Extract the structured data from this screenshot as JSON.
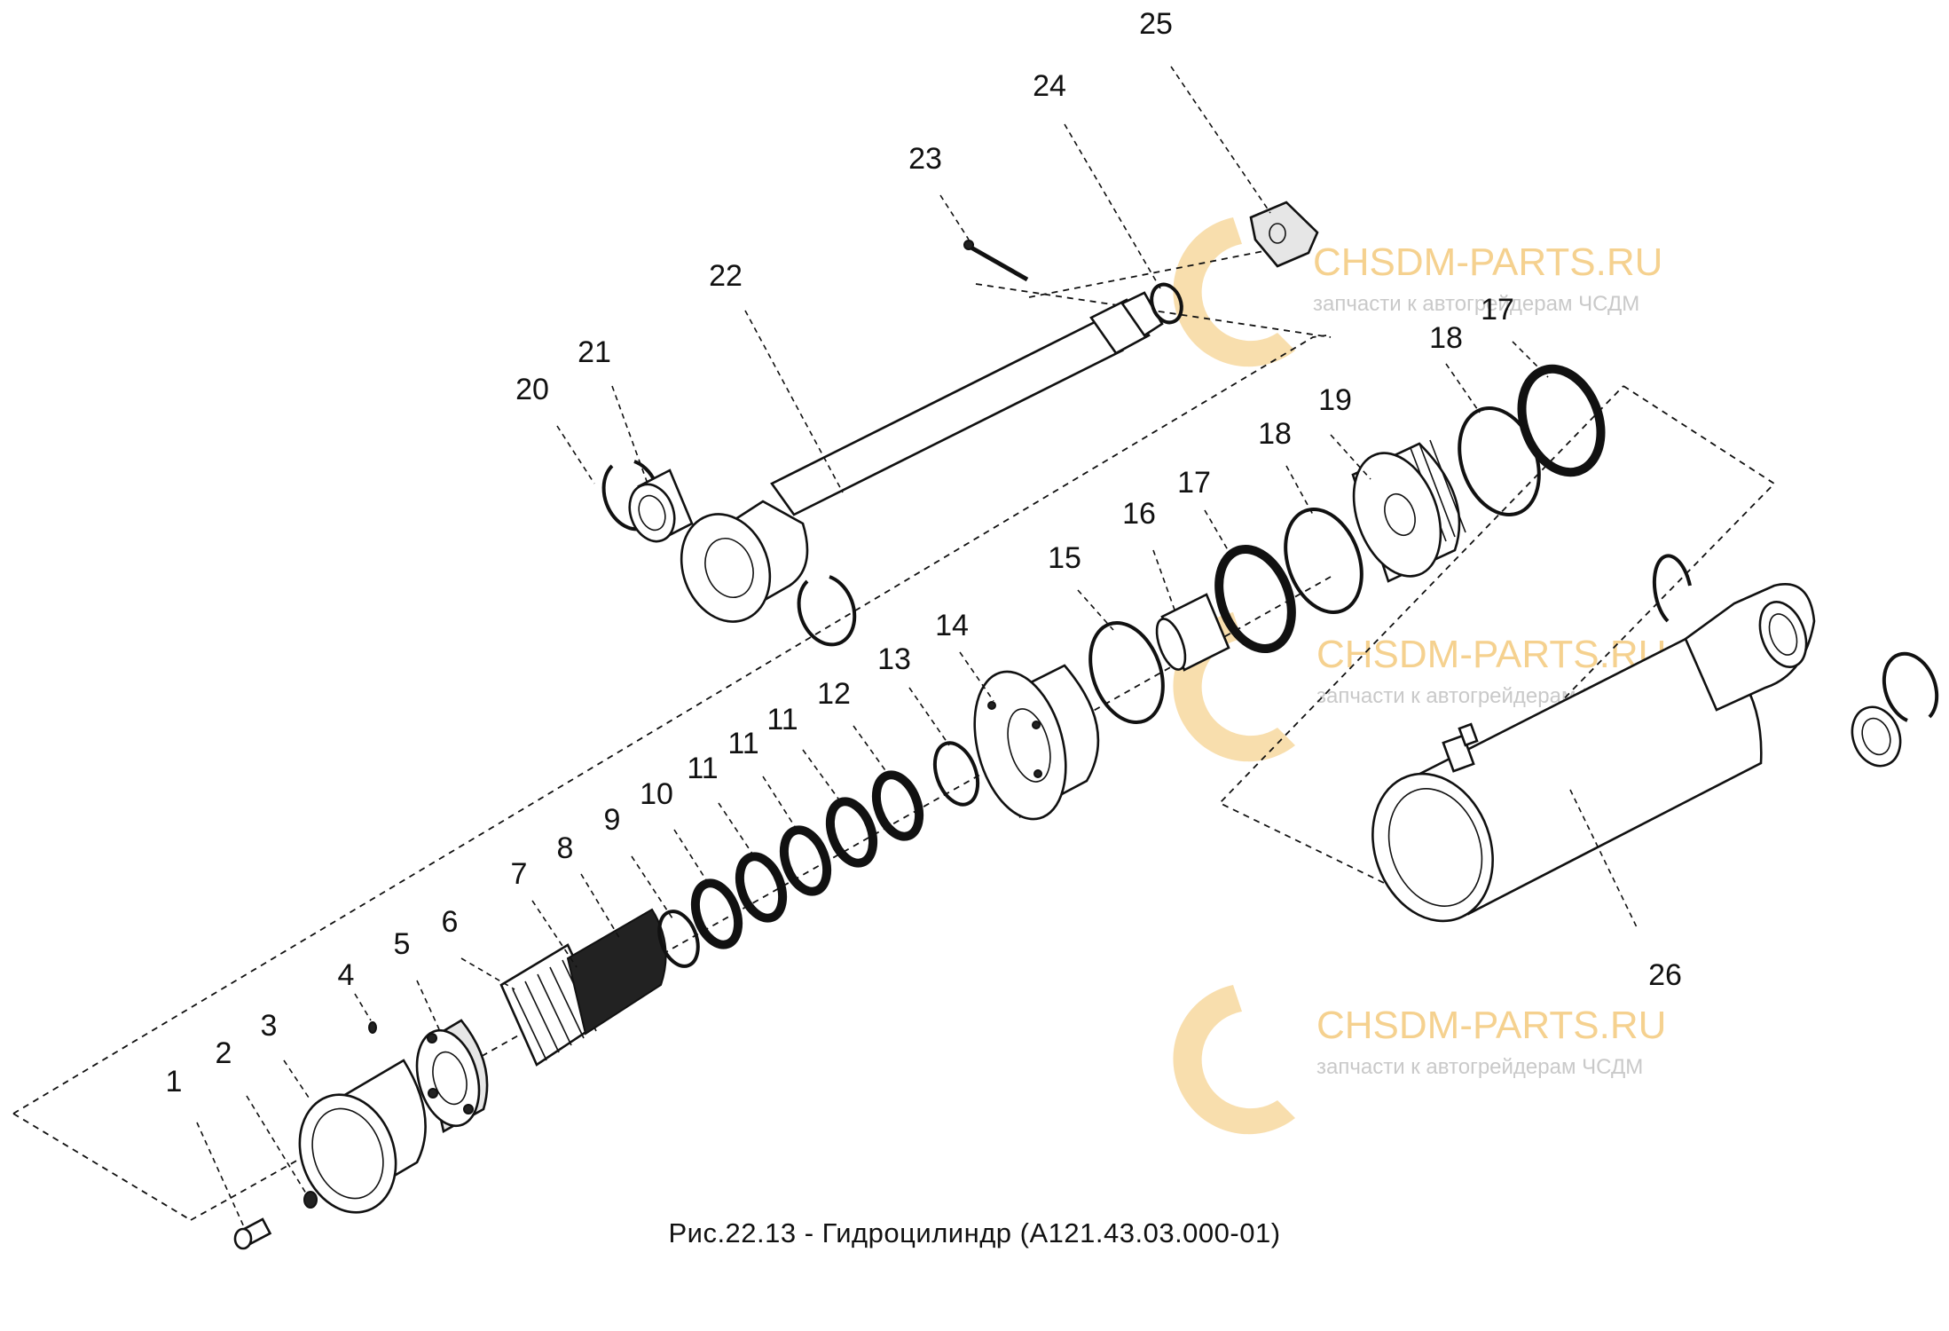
{
  "caption": "Рис.22.13 - Гидроцилиндр (А121.43.03.000-01)",
  "watermark": {
    "site": "CHSDM-PARTS.RU",
    "tagline": "запчасти к автогрейдерам ЧСДМ",
    "accent_color": "#f2b84b"
  },
  "callouts": [
    {
      "id": "1",
      "text": "1"
    },
    {
      "id": "2",
      "text": "2"
    },
    {
      "id": "3",
      "text": "3"
    },
    {
      "id": "4",
      "text": "4"
    },
    {
      "id": "5",
      "text": "5"
    },
    {
      "id": "6",
      "text": "6"
    },
    {
      "id": "7",
      "text": "7"
    },
    {
      "id": "8",
      "text": "8"
    },
    {
      "id": "9",
      "text": "9"
    },
    {
      "id": "10",
      "text": "10"
    },
    {
      "id": "11a",
      "text": "11"
    },
    {
      "id": "11b",
      "text": "11"
    },
    {
      "id": "11c",
      "text": "11"
    },
    {
      "id": "12",
      "text": "12"
    },
    {
      "id": "13",
      "text": "13"
    },
    {
      "id": "14",
      "text": "14"
    },
    {
      "id": "15",
      "text": "15"
    },
    {
      "id": "16",
      "text": "16"
    },
    {
      "id": "17a",
      "text": "17"
    },
    {
      "id": "18a",
      "text": "18"
    },
    {
      "id": "19",
      "text": "19"
    },
    {
      "id": "18b",
      "text": "18"
    },
    {
      "id": "17b",
      "text": "17"
    },
    {
      "id": "20",
      "text": "20"
    },
    {
      "id": "21",
      "text": "21"
    },
    {
      "id": "22",
      "text": "22"
    },
    {
      "id": "23",
      "text": "23"
    },
    {
      "id": "24",
      "text": "24"
    },
    {
      "id": "25",
      "text": "25"
    },
    {
      "id": "26",
      "text": "26"
    }
  ]
}
